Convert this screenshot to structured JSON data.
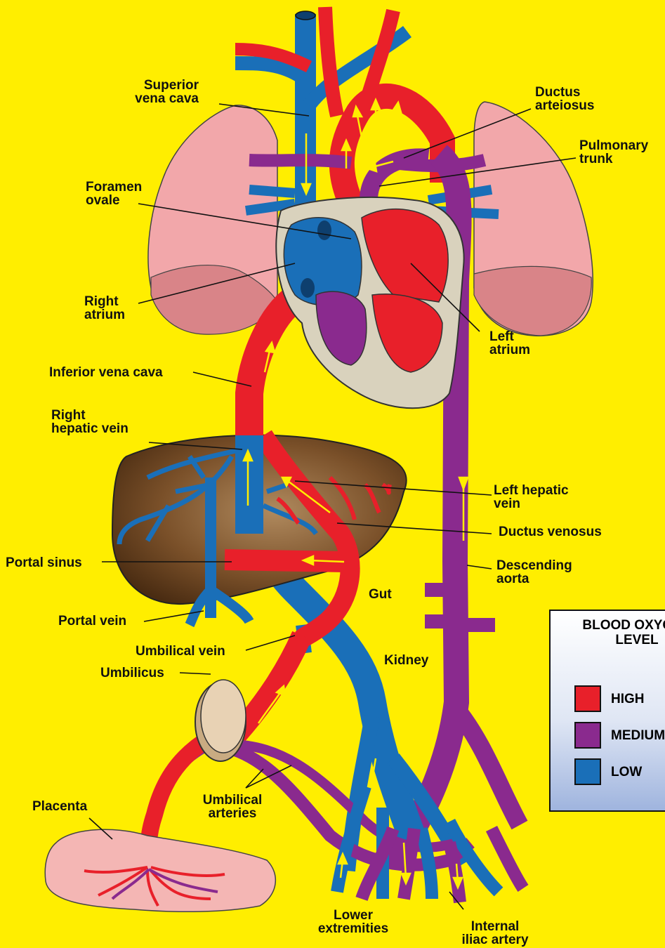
{
  "colors": {
    "background": "#ffee00",
    "high_oxygen": "#e8202a",
    "medium_oxygen": "#8a2a8e",
    "low_oxygen": "#1a6fb8",
    "lung": "#f2a7aa",
    "liver": "#7a4a22",
    "pericardium": "#d9d2bd",
    "placenta": "#f4b6b4",
    "flow_arrow": "#ffee00"
  },
  "labels": {
    "superior_vena_cava": "Superior\nvena cava",
    "ductus_arteriosus": "Ductus\narteiosus",
    "pulmonary_trunk": "Pulmonary\ntrunk",
    "foramen_ovale": "Foramen\novale",
    "right_atrium": "Right\natrium",
    "left_atrium": "Left\natrium",
    "inferior_vena_cava": "Inferior vena cava",
    "right_hepatic_vein": "Right\nhepatic vein",
    "left_hepatic_vein": "Left hepatic\nvein",
    "ductus_venosus": "Ductus venosus",
    "portal_sinus": "Portal sinus",
    "descending_aorta": "Descending\naorta",
    "gut": "Gut",
    "portal_vein": "Portal vein",
    "umbilical_vein": "Umbilical vein",
    "kidney": "Kidney",
    "umbilicus": "Umbilicus",
    "placenta": "Placenta",
    "umbilical_arteries": "Umbilical\narteries",
    "lower_extremities": "Lower\nextremities",
    "internal_iliac_artery": "Internal\niliac artery"
  },
  "legend": {
    "title": "BLOOD OXYGEN\nLEVEL",
    "items": [
      {
        "label": "HIGH",
        "color": "#e8202a"
      },
      {
        "label": "MEDIUM",
        "color": "#8a2a8e"
      },
      {
        "label": "LOW",
        "color": "#1a6fb8"
      }
    ]
  }
}
